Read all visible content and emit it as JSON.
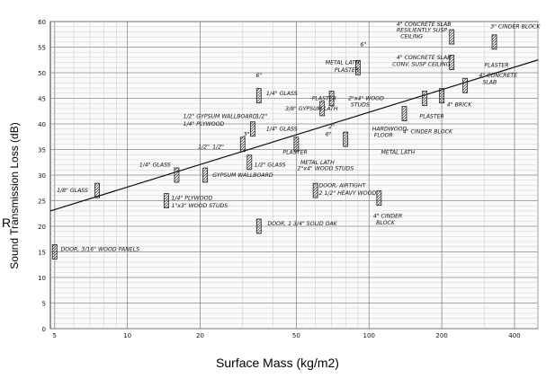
{
  "chart_data": {
    "type": "scatter",
    "title": "",
    "xlabel": "Surface Mass  (kg/m2)",
    "ylabel": "Sound Transmission Loss (dB)",
    "ylabel_outer": "R",
    "x_scale": "log",
    "xlim": [
      4.8,
      500
    ],
    "ylim": [
      0,
      60
    ],
    "grid": true,
    "x_ticks": [
      5,
      10,
      20,
      50,
      100,
      200,
      400
    ],
    "y_ticks": [
      0,
      5,
      10,
      15,
      20,
      25,
      30,
      35,
      40,
      45,
      50,
      55,
      60
    ],
    "mass_law_line": {
      "x": [
        4.8,
        500
      ],
      "y": [
        23,
        52.5
      ]
    },
    "points": [
      {
        "label": "DOOR, 3/16\" WOOD PANELS",
        "x": 5,
        "y": 15
      },
      {
        "label": "1/8\" GLASS",
        "x": 7.5,
        "y": 27
      },
      {
        "label": "1/4\" GLASS",
        "x": 16,
        "y": 30
      },
      {
        "label": "1/4\" PLYWOOD 1\"x3\" WOOD STUDS",
        "x": 14.5,
        "y": 25
      },
      {
        "label": "GYPSUM WALLBOARD",
        "x": 21,
        "y": 30
      },
      {
        "label": "1/2\" GYPSUM WALLBOARD 1/4\" PLYWOOD",
        "x": 30,
        "y": 36
      },
      {
        "label": "1/4\" GLASS 6\"",
        "x": 35,
        "y": 45.5
      },
      {
        "label": "1/4\" GLASS 1/2\" 3\"",
        "x": 33,
        "y": 39
      },
      {
        "label": "1/2\" GLASS",
        "x": 32,
        "y": 32.5
      },
      {
        "label": "DOOR, 1 3/4\" SOLID OAK",
        "x": 35,
        "y": 20
      },
      {
        "label": "PLASTER METAL LATH 2\"x4\" WOOD STUDS",
        "x": 50,
        "y": 36
      },
      {
        "label": "DOOR, AIRTIGHT 2 1/2\" HEAVY WOOD",
        "x": 60,
        "y": 27
      },
      {
        "label": "3/8\" GYPSUM LATH",
        "x": 64,
        "y": 43
      },
      {
        "label": "PLASTER 2\"x4\" WOOD STUDS",
        "x": 70,
        "y": 45
      },
      {
        "label": "METAL LATH PLASTER 6\"",
        "x": 90,
        "y": 51
      },
      {
        "label": "HARDWOOD FLOOR METAL LATH 2\" 6\"",
        "x": 80,
        "y": 37
      },
      {
        "label": "4\" CINDER BLOCK",
        "x": 110,
        "y": 25.5
      },
      {
        "label": "4\" CINDER BLOCK",
        "x": 140,
        "y": 42
      },
      {
        "label": "PLASTER",
        "x": 170,
        "y": 45
      },
      {
        "label": "4\" BRICK",
        "x": 200,
        "y": 45.5
      },
      {
        "label": "4\" CONCRETE SLAB",
        "x": 250,
        "y": 47.5
      },
      {
        "label": "4\" CONCRETE SLAB CONV. SUSP CEILING",
        "x": 220,
        "y": 52
      },
      {
        "label": "4\" CONCRETE SLAB RESILIENTLY SUSP CEILING",
        "x": 220,
        "y": 57
      },
      {
        "label": "3\" CINDER BLOCK PLASTER",
        "x": 330,
        "y": 56
      }
    ],
    "annotations": [
      {
        "text": "DOOR, 3/16\" WOOD PANELS",
        "x": 5.3,
        "y": 15.5
      },
      {
        "text": "1/8\" GLASS",
        "x": 5.1,
        "y": 27
      },
      {
        "text": "1/4\" GLASS",
        "x": 11.2,
        "y": 32
      },
      {
        "text": "1/4\" PLYWOOD",
        "x": 15.2,
        "y": 25.5
      },
      {
        "text": "1\"x3\" WOOD STUDS",
        "x": 15.2,
        "y": 24
      },
      {
        "text": "GYPSUM WALLBOARD",
        "x": 22.5,
        "y": 30
      },
      {
        "text": "1/2\"",
        "x": 19.6,
        "y": 35.5
      },
      {
        "text": "1/2\"",
        "x": 22.5,
        "y": 35.5
      },
      {
        "text": "1/2\" GYPSUM WALLBOARD",
        "x": 17,
        "y": 41.5
      },
      {
        "text": "1/4\" PLYWOOD",
        "x": 17,
        "y": 40
      },
      {
        "text": "6\"",
        "x": 34,
        "y": 49.5
      },
      {
        "text": "1/4\" GLASS",
        "x": 37.5,
        "y": 46
      },
      {
        "text": "1/2\"",
        "x": 34,
        "y": 41.5
      },
      {
        "text": "1/4\" GLASS",
        "x": 37.5,
        "y": 39
      },
      {
        "text": "3\"",
        "x": 30.2,
        "y": 38
      },
      {
        "text": "3/8\" GYPSUM LATH",
        "x": 45,
        "y": 43
      },
      {
        "text": "PLASTER",
        "x": 58,
        "y": 45
      },
      {
        "text": "PLASTER",
        "x": 44,
        "y": 34.5
      },
      {
        "text": "1/2\" GLASS",
        "x": 33.5,
        "y": 32
      },
      {
        "text": "METAL LATH",
        "x": 52,
        "y": 32.5
      },
      {
        "text": "2\"x4\" WOOD STUDS",
        "x": 50.5,
        "y": 31.3
      },
      {
        "text": "DOOR, AIRTIGHT",
        "x": 62,
        "y": 28
      },
      {
        "text": "2 1/2\" HEAVY WOOD",
        "x": 62,
        "y": 26.5
      },
      {
        "text": "DOOR, 1 3/4\" SOLID OAK",
        "x": 38,
        "y": 20.5
      },
      {
        "text": "METAL LATH",
        "x": 66,
        "y": 52
      },
      {
        "text": "PLASTER",
        "x": 72,
        "y": 50.5
      },
      {
        "text": "6\"",
        "x": 92,
        "y": 55.5
      },
      {
        "text": "2\"x4\" WOOD",
        "x": 82,
        "y": 45
      },
      {
        "text": "STUDS",
        "x": 84,
        "y": 43.8
      },
      {
        "text": "2\"",
        "x": 68,
        "y": 39.5
      },
      {
        "text": "6\"",
        "x": 66,
        "y": 38
      },
      {
        "text": "HARDWOOD",
        "x": 103,
        "y": 39
      },
      {
        "text": "FLOOR",
        "x": 105,
        "y": 37.8
      },
      {
        "text": "METAL LATH",
        "x": 112,
        "y": 34.5
      },
      {
        "text": "4\" CINDER",
        "x": 104,
        "y": 22
      },
      {
        "text": "BLOCK",
        "x": 107,
        "y": 20.7
      },
      {
        "text": "4\" CINDER BLOCK",
        "x": 138,
        "y": 38.5
      },
      {
        "text": "PLASTER",
        "x": 162,
        "y": 41.5
      },
      {
        "text": "4\" BRICK",
        "x": 210,
        "y": 43.8
      },
      {
        "text": "4\" CONCRETE",
        "x": 285,
        "y": 49.5
      },
      {
        "text": "SLAB",
        "x": 295,
        "y": 48.2
      },
      {
        "text": "4\" CONCRETE SLAB",
        "x": 130,
        "y": 53
      },
      {
        "text": "CONV. SUSP CEILING",
        "x": 125,
        "y": 51.7
      },
      {
        "text": "4\" CONCRETE SLAB",
        "x": 130,
        "y": 59.5
      },
      {
        "text": "RESILIENTLY SUSP",
        "x": 130,
        "y": 58.3
      },
      {
        "text": "CEILING",
        "x": 135,
        "y": 57.1
      },
      {
        "text": "3\" CINDER BLOCK",
        "x": 318,
        "y": 59
      },
      {
        "text": "PLASTER",
        "x": 300,
        "y": 51.5
      }
    ]
  }
}
